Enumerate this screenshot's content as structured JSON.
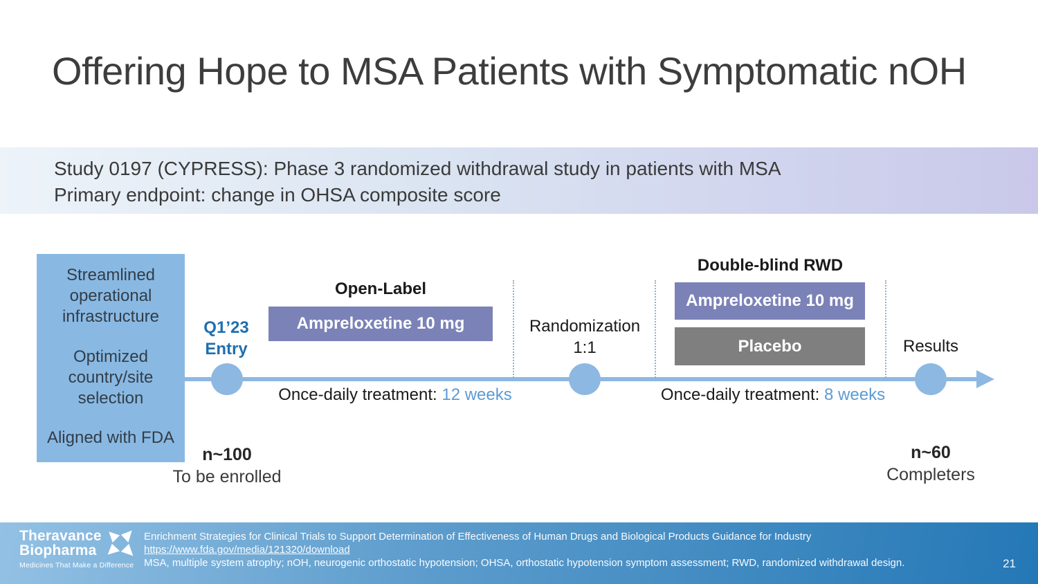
{
  "slide": {
    "title": "Offering Hope to MSA Patients with Symptomatic nOH",
    "page_number": "21"
  },
  "subtitle_band": {
    "line1": "Study 0197 (CYPRESS): Phase 3 randomized withdrawal study in patients with MSA",
    "line2": "Primary endpoint: change in OHSA composite score"
  },
  "colors": {
    "timeline_blue": "#8db8e2",
    "entry_blue": "#1f6fae",
    "weeks_blue": "#5b9bd5",
    "treatment_purple": "#7b82b7",
    "placebo_gray": "#7f7f7f",
    "footer_blue_dark": "#2478b6"
  },
  "enrollment_box": {
    "items": [
      "Streamlined operational infrastructure",
      "Optimized country/site selection",
      "Aligned with FDA"
    ]
  },
  "timeline": {
    "entry": {
      "line1": "Q1’23",
      "line2": "Entry"
    },
    "open_label": {
      "phase_title": "Open-Label",
      "treatment": "Ampreloxetine 10 mg",
      "duration_label": "Once-daily treatment: ",
      "duration_value": "12 weeks"
    },
    "randomization": {
      "line1": "Randomization",
      "line2": "1:1"
    },
    "double_blind": {
      "phase_title": "Double-blind RWD",
      "treatment_active": "Ampreloxetine 10 mg",
      "treatment_placebo": "Placebo",
      "duration_label": "Once-daily treatment: ",
      "duration_value": "8 weeks"
    },
    "results_label": "Results",
    "enrolled": {
      "n": "n~100",
      "caption": "To be enrolled"
    },
    "completers": {
      "n": "n~60",
      "caption": "Completers"
    }
  },
  "footer": {
    "logo": {
      "line1": "Theravance",
      "line2": "Biopharma",
      "tagline": "Medicines That Make a Difference"
    },
    "reference": "Enrichment Strategies for Clinical Trials to Support Determination of Effectiveness of Human Drugs and Biological Products Guidance for Industry",
    "link": "https://www.fda.gov/media/121320/download",
    "abbreviations": "MSA, multiple system atrophy; nOH, neurogenic orthostatic hypotension; OHSA, orthostatic hypotension symptom assessment; RWD, randomized withdrawal design."
  }
}
